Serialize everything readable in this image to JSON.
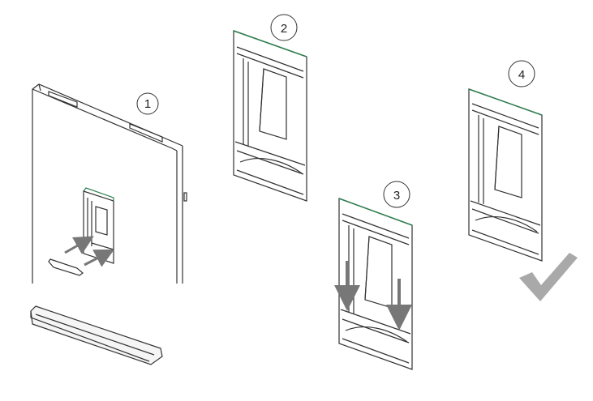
{
  "steps": [
    {
      "number": "1"
    },
    {
      "number": "2"
    },
    {
      "number": "3"
    },
    {
      "number": "4"
    }
  ],
  "colors": {
    "outline": "#333333",
    "panel_edge": "#2f7f4f",
    "arrow": "#777777",
    "checkmark": "#a9a9a9",
    "shade": "#e6e6e6"
  },
  "icons": {
    "done": "checkmark-icon"
  }
}
